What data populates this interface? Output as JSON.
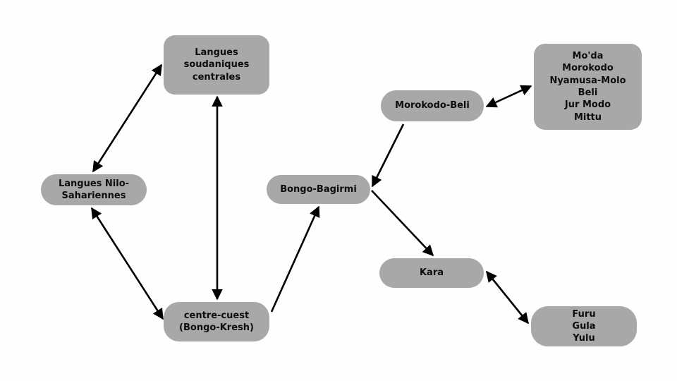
{
  "diagram": {
    "type": "tree-relationship-diagram",
    "background_color": "#fefefe",
    "node_fill_color": "#a8a8a8",
    "edge_color": "#000000",
    "nodes": [
      {
        "id": "nilo-saharan",
        "label": "Langues Nilo-\nSahariennes"
      },
      {
        "id": "central-sudanic",
        "label": "Langues\nsoudaniques\ncentrales"
      },
      {
        "id": "centre-ouest",
        "label": "centre-cuest\n(Bongo-Kresh)"
      },
      {
        "id": "bongo-bagirmi",
        "label": "Bongo-Bagirmi"
      },
      {
        "id": "morokodo-beli",
        "label": "Morokodo-Beli"
      },
      {
        "id": "moda-group",
        "label": "Mo'da\nMorokodo\nNyamusa-Molo\nBeli\nJur Modo\nMittu"
      },
      {
        "id": "kara",
        "label": "Kara"
      },
      {
        "id": "furu-group",
        "label": "Furu\nGula\nYulu"
      }
    ],
    "edges": [
      {
        "from": "nilo-saharan",
        "to": "central-sudanic",
        "arrow": "double"
      },
      {
        "from": "central-sudanic",
        "to": "centre-ouest",
        "arrow": "double"
      },
      {
        "from": "nilo-saharan",
        "to": "centre-ouest",
        "arrow": "double"
      },
      {
        "from": "centre-ouest",
        "to": "bongo-bagirmi",
        "arrow": "single"
      },
      {
        "from": "morokodo-beli",
        "to": "bongo-bagirmi",
        "arrow": "single"
      },
      {
        "from": "bongo-bagirmi",
        "to": "kara",
        "arrow": "single"
      },
      {
        "from": "morokodo-beli",
        "to": "moda-group",
        "arrow": "double"
      },
      {
        "from": "kara",
        "to": "furu-group",
        "arrow": "double"
      }
    ]
  }
}
